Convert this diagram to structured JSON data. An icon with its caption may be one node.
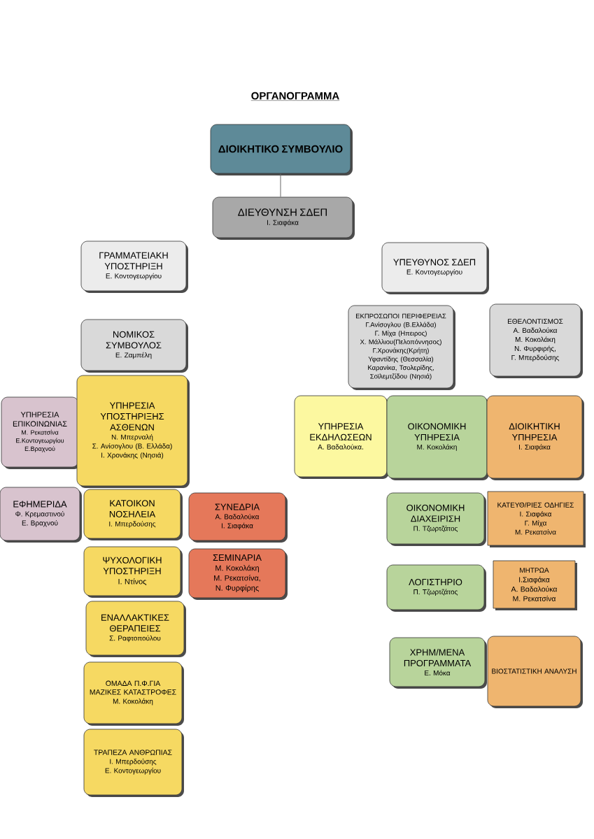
{
  "diagram": {
    "title": "ΟΡΓΑΝΟΓΡΑΜΜΑ",
    "nodes": [
      {
        "text": [
          "ΔΙΟΙΚΗΤΙΚΟ ΣΥΜΒΟΥΛΙΟ"
        ]
      },
      {
        "text": [
          "ΔΙΕΥΘΥΝΣΗ ΣΔΕΠ",
          "Ι. Σιαφάκα"
        ]
      },
      {
        "text": [
          "ΓΡΑΜΜΑΤΕΙΑΚΗ ΥΠΟΣΤΗΡΙΞΗ",
          "Ε. Κοντογεωργίου"
        ]
      },
      {
        "text": [
          "ΥΠΕΥΘΥΝΟΣ ΣΔΕΠ",
          "Ε. Κοντογεωργίου"
        ]
      },
      {
        "text": [
          "ΕΚΠΡΟΣΩΠΟΙ ΠΕΡΙΦΕΡΕΙΑΣ",
          "Γ.Ανίσογλου (Β.Ελλάδα)",
          "Γ. Μίχα (Ηπειρος)",
          "Χ. Μάλλιου(Πελοπόννησος)",
          "Γ.Χρονάκης(Κρήτη)",
          "Υφαντίδης (Θεσσαλία)",
          "Καρανίκα, Τσολερίδης, Σοϊλεμτζίδου (Νησιά)"
        ]
      },
      {
        "text": [
          "ΕΘΕΛΟΝΤΙΣΜΟΣ",
          "Α. Βαδαλούκα",
          "Μ. Κοκολάκη",
          "Ν. Φυρφιρής,",
          "Γ. Μπερδούσης"
        ]
      },
      {
        "text": [
          "ΝΟΜΙΚΟΣ ΣΥΜΒΟΥΛΟΣ",
          "Ε. Ζαμπέλη"
        ]
      },
      {
        "text": [
          "ΥΠΗΡΕΣΙΑ ΕΠΙΚΟΙΝΩΝΙΑΣ",
          "Μ. Ρεκατσίνα",
          "Ε.Κοντογεωργίου",
          "Ε.Βραχνού"
        ]
      },
      {
        "text": [
          "ΥΠΗΡΕΣΙΑ ΥΠΟΣΤΗΡΙΞΗΣ ΑΣΘΕΝΩΝ",
          "Ν. Μπερναλή",
          "Σ. Ανίσογλου (Β. Ελλάδα)",
          "Ι. Χρονάκης (Νησιά)"
        ]
      },
      {
        "text": [
          "ΥΠΗΡΕΣΙΑ ΕΚΔΗΛΩΣΕΩΝ",
          "Α. Βαδαλούκα."
        ]
      },
      {
        "text": [
          "ΟΙΚΟΝΟΜΙΚΗ ΥΠΗΡΕΣΙΑ",
          "Μ. Κοκολάκη"
        ]
      },
      {
        "text": [
          "ΔΙΟΙΚΗΤΙΚΗ ΥΠΗΡΕΣΙΑ",
          "Ι. Σιαφάκα"
        ]
      },
      {
        "text": [
          "ΕΦΗΜΕΡΙΔΑ",
          "Φ. Κρεμαστινού",
          "Ε. Βραχνού"
        ]
      },
      {
        "text": [
          "ΚΑΤΟΙΚΟΝ ΝΟΣΗΛΕΙΑ",
          "Ι. Μπερδούσης"
        ]
      },
      {
        "text": [
          "ΣΥΝΕΔΡΙΑ",
          "Α. Βαδαλούκα",
          "Ι. Σιαφάκα"
        ]
      },
      {
        "text": [
          "ΟΙΚΟΝΟΜΙΚΗ ΔΙΑΧΕΙΡΙΣΗ",
          "Π. Τζωρτζάτος"
        ]
      },
      {
        "text": [
          "ΚΑΤΕΥΘ/ΡΙΕΣ ΟΔΗΓΙΕΣ",
          "Ι. Σιαφάκα",
          "Γ. Μίχα",
          "Μ. Ρεκατσίνα"
        ]
      },
      {
        "text": [
          "ΨΥΧΟΛΟΓΙΚΗ ΥΠΟΣΤΗΡΙΞΗ",
          "Ι. Ντίνος"
        ]
      },
      {
        "text": [
          "ΣΕΜΙΝΑΡΙΑ",
          "Μ. Κοκολάκη",
          "Μ. Ρεκατσίνα,",
          "Ν. Φυρφίρης"
        ]
      },
      {
        "text": [
          "ΛΟΓΙΣΤΗΡΙΟ",
          "Π. Τζωρτζάτος"
        ]
      },
      {
        "text": [
          "ΜΗΤΡΩΑ",
          "Ι.Σιαφάκα",
          "Α. Βαδαλούκα",
          "Μ. Ρεκατσίνα"
        ]
      },
      {
        "text": [
          "ΕΝΑΛΛΑΚΤΙΚΕΣ ΘΕΡΑΠΕΙΕΣ",
          "Σ. Ραφτοπούλου"
        ]
      },
      {
        "text": [
          "ΧΡΗΜ/ΜΕΝΑ ΠΡΟΓΡΑΜΜΑΤΑ",
          "Ε. Μόκα"
        ]
      },
      {
        "text": [
          "ΒΙΟΣΤΑΤΙΣΤΙΚΗ ΑΝΑΛΥΣΗ"
        ]
      },
      {
        "text": [
          "ΟΜΑΔΑ Π.Φ.ΓΙΑ ΜΑΖΙΚΕΣ ΚΑΤΑΣΤΡΟΦΕΣ",
          "Μ. Κοκολάκη"
        ]
      },
      {
        "text": [
          "ΤΡΑΠΕΖΑ ΑΝΘΡΩΠΙΑΣ",
          "Ι. Μπερδούσης",
          "Ε. Κοντογεωργίου"
        ]
      }
    ],
    "edges": [
      {
        "from": 0,
        "to": 1,
        "arrow": "none"
      }
    ]
  }
}
